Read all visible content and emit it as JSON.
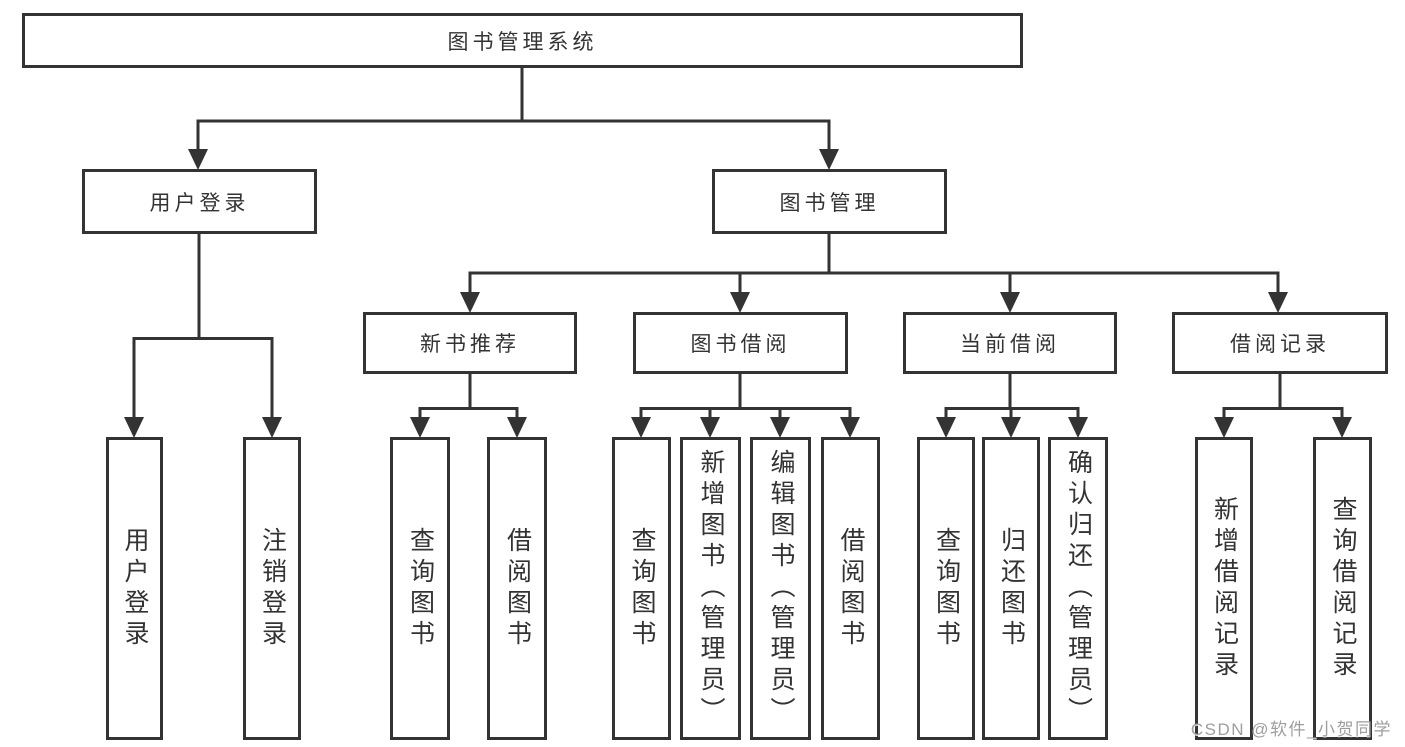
{
  "title": {
    "label": "图书管理系统"
  },
  "branches": {
    "user_login": {
      "label": "用户登录",
      "children": [
        "用户登录",
        "注销登录"
      ]
    },
    "book_management": {
      "label": "图书管理",
      "sections": {
        "new_book": {
          "label": "新书推荐",
          "children": [
            "查询图书",
            "借阅图书"
          ]
        },
        "book_borrow": {
          "label": "图书借阅",
          "children": [
            "查询图书",
            "新增图书（管理员）",
            "编辑图书（管理员）",
            "借阅图书"
          ]
        },
        "current_borrow": {
          "label": "当前借阅",
          "children": [
            "查询图书",
            "归还图书",
            "确认归还（管理员）"
          ]
        },
        "borrow_records": {
          "label": "借阅记录",
          "children": [
            "新增借阅记录",
            "查询借阅记录"
          ]
        }
      }
    }
  },
  "watermark": {
    "text": "CSDN @软件_小贺同学"
  },
  "colors": {
    "line": "#333333",
    "text": "#333333",
    "box_fill": "#ffffff",
    "background": "#ffffff",
    "watermark": "#9e9e9e"
  }
}
